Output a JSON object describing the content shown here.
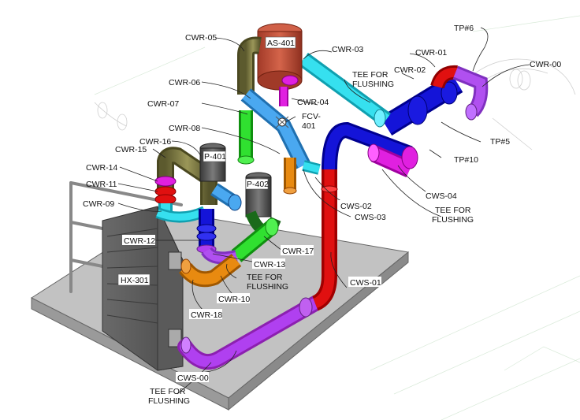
{
  "diagram": {
    "equipment": {
      "as401": "AS-401",
      "p401": "P-401",
      "p402": "P-402",
      "hx301": "HX-301",
      "fcv401": "FCV-\n401"
    },
    "labels": {
      "cwr05": "CWR-05",
      "cwr06": "CWR-06",
      "cwr07": "CWR-07",
      "cwr08": "CWR-08",
      "cwr16": "CWR-16",
      "cwr15": "CWR-15",
      "cwr14": "CWR-14",
      "cwr11": "CWR-11",
      "cwr09": "CWR-09",
      "cwr12": "CWR-12",
      "cwr13": "CWR-13",
      "cwr17": "CWR-17",
      "cwr10": "CWR-10",
      "cwr18": "CWR-18",
      "cwr03": "CWR-03",
      "cwr04": "CWR-04",
      "cwr01": "CWR-01",
      "cwr02": "CWR-02",
      "cwr00": "CWR-00",
      "tp6": "TP#6",
      "tp5": "TP#5",
      "tp10": "TP#10",
      "cws00": "CWS-00",
      "cws01": "CWS-01",
      "cws02": "CWS-02",
      "cws03": "CWS-03",
      "cws04": "CWS-04",
      "fcv_line1": "FCV-",
      "fcv_line2": "401",
      "tee1_line1": "TEE FOR",
      "tee1_line2": "FLUSHING",
      "tee2_line1": "TEE FOR",
      "tee2_line2": "FLUSHING",
      "tee3_line1": "TEE FOR",
      "tee3_line2": "FLUSHING",
      "tee4_line1": "TEE FOR",
      "tee4_line2": "FLUSHING"
    },
    "colors": {
      "cyan": "#36e0ef",
      "blue": "#1414d8",
      "red": "#e01010",
      "magenta": "#e020e0",
      "purple": "#b040f0",
      "olive": "#7a7640",
      "orange": "#e88a10",
      "green": "#30e030",
      "skyblue": "#4aa8f0",
      "vessel": "#c0503a",
      "slab": "#bfbfbf"
    }
  }
}
